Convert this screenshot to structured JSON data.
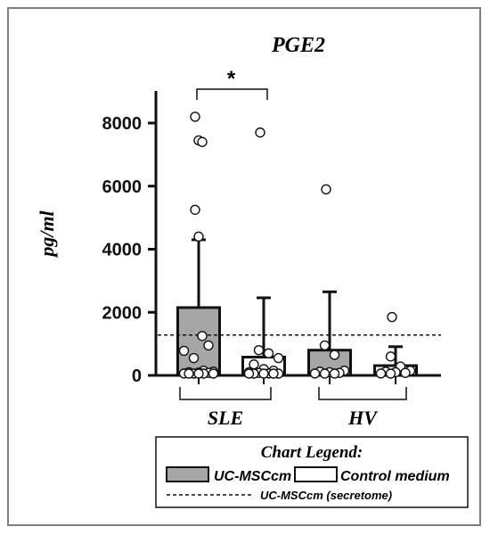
{
  "chart_data": {
    "type": "bar",
    "title": "PGE2",
    "ylabel": "pg/ml",
    "ylim": [
      0,
      9000
    ],
    "yticks": [
      0,
      2000,
      4000,
      6000,
      8000
    ],
    "groups": [
      "SLE",
      "HV"
    ],
    "significance": "*",
    "series": [
      {
        "name": "UC-MSCcm",
        "color": "#a6a6a6",
        "values": [
          2150,
          800
        ],
        "errors": [
          2150,
          1850
        ],
        "points": [
          [
            8200,
            7450,
            7400,
            5250,
            4400,
            1250,
            950,
            780,
            550,
            150,
            120,
            100,
            90,
            80,
            60,
            50,
            40,
            30,
            20,
            10
          ],
          [
            5900,
            950,
            650,
            150,
            120,
            100,
            80,
            60,
            40,
            20
          ]
        ]
      },
      {
        "name": "Control medium",
        "color": "#ffffff",
        "values": [
          580,
          310
        ],
        "errors": [
          1880,
          600
        ],
        "points": [
          [
            7700,
            800,
            700,
            550,
            350,
            200,
            150,
            100,
            80,
            60,
            50,
            40,
            30,
            20,
            10
          ],
          [
            1850,
            600,
            280,
            150,
            120,
            100,
            80,
            60,
            40
          ]
        ]
      }
    ],
    "reference_line": {
      "name": "UC-MSCcm (secretome)",
      "value": 1280
    },
    "legend": {
      "title": "Chart Legend:",
      "placement": "bottom"
    }
  }
}
